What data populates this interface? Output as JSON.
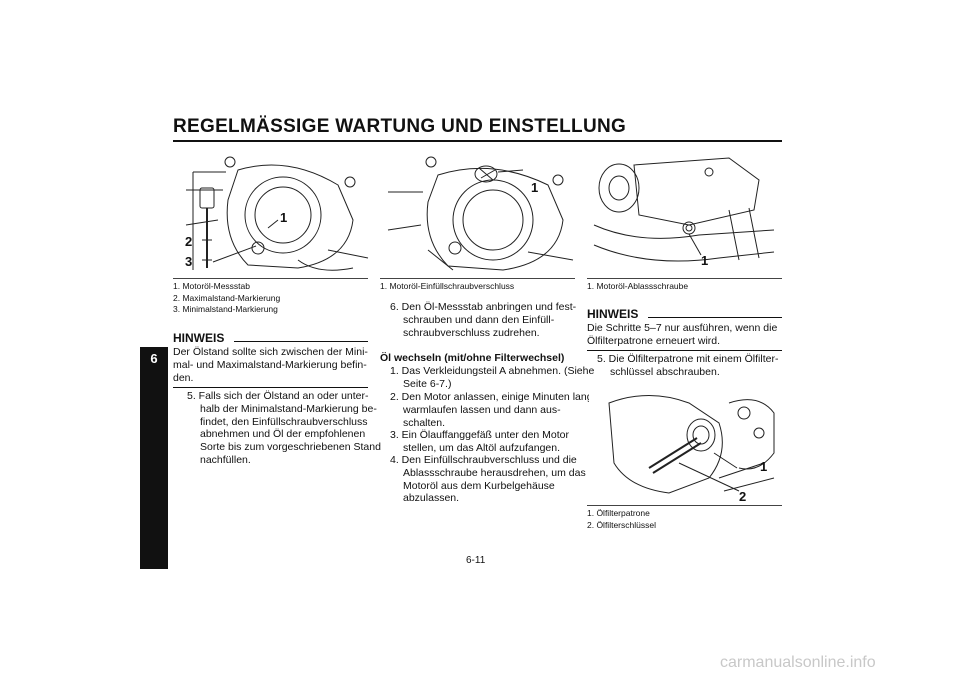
{
  "header": {
    "title": "REGELMÄSSIGE WARTUNG UND EINSTELLUNG"
  },
  "chapter": {
    "number": "6"
  },
  "figure1": {
    "callouts": [
      "1",
      "2",
      "3"
    ],
    "captions": [
      "1. Motoröl-Messstab",
      "2. Maximalstand-Markierung",
      "3. Minimalstand-Markierung"
    ]
  },
  "hinweis1": {
    "heading": "HINWEIS",
    "text": "Der Ölstand sollte sich zwischen der Mini-mal- und Maximalstand-Markierung befin-den."
  },
  "step5": "5. Falls sich der Ölstand an oder unter-halb der Minimalstand-Markierung be-findet, den Einfüllschraubverschluss abnehmen und Öl der empfohlenen Sorte bis zum vorgeschriebenen Stand nachfüllen.",
  "figure2": {
    "callouts": [
      "1"
    ],
    "captions": [
      "1. Motoröl-Einfüllschraubverschluss"
    ]
  },
  "step6": "6. Den Öl-Messstab anbringen und fest-schrauben und dann den Einfüll-schraubverschluss zudrehen.",
  "oil_change": {
    "heading": "Öl wechseln (mit/ohne Filterwechsel)",
    "steps": [
      "1. Das Verkleidungsteil A abnehmen. (Siehe Seite 6-7.)",
      "2. Den Motor anlassen, einige Minuten lang warmlaufen lassen und dann aus-schalten.",
      "3. Ein Ölauffanggefäß unter den Motor stellen, um das Altöl aufzufangen.",
      "4. Den Einfüllschraubverschluss und die Ablassschraube herausdrehen, um das Motoröl aus dem Kurbelgehäuse abzulassen."
    ]
  },
  "figure3": {
    "callouts": [
      "1"
    ],
    "captions": [
      "1. Motoröl-Ablassschraube"
    ]
  },
  "hinweis2": {
    "heading": "HINWEIS",
    "text": "Die Schritte 5–7 nur ausführen, wenn die Ölfilterpatrone erneuert wird."
  },
  "step5b": "5. Die Ölfilterpatrone mit einem Ölfilter-schlüssel abschrauben.",
  "figure4": {
    "callouts": [
      "1",
      "2"
    ],
    "captions": [
      "1. Ölfilterpatrone",
      "2. Ölfilterschlüssel"
    ]
  },
  "footer": {
    "page": "6-11",
    "watermark": "carmanualsonline.info"
  }
}
